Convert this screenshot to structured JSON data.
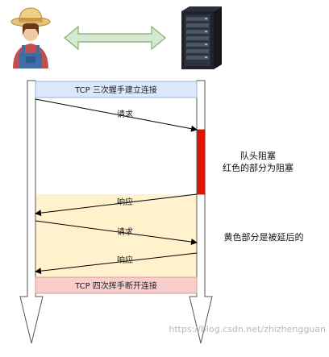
{
  "top_bar": {
    "label": "TCP 三次握手建立连接"
  },
  "bottom_bar": {
    "label": "TCP 四次挥手断开连接"
  },
  "messages": [
    {
      "label": "请求"
    },
    {
      "label": "响应"
    },
    {
      "label": "请求"
    },
    {
      "label": "响应"
    }
  ],
  "notes": {
    "blocking_line1": "队头阻塞",
    "blocking_line2": "红色的部分为阻塞",
    "delayed": "黄色部分是被延后的"
  },
  "watermark": "https://blog.csdn.net/zhizhengguan",
  "icons": {
    "client": "farmer-avatar-icon",
    "server": "server-rack-icon",
    "link": "double-arrow-icon"
  },
  "colors": {
    "top_bar_fill": "#dae8fc",
    "top_bar_stroke": "#9db5d6",
    "bottom_bar_fill": "#f8cecc",
    "bottom_bar_stroke": "#d79b98",
    "delay_fill": "#fff2cc",
    "block_fill": "#e51400",
    "double_arrow_fill": "#d5e8d4",
    "double_arrow_stroke": "#82b366"
  }
}
